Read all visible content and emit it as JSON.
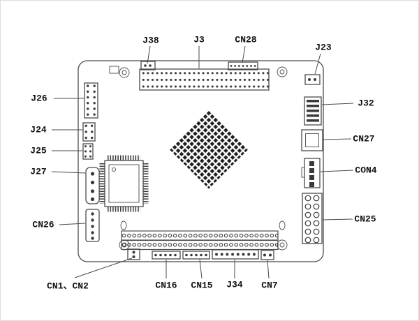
{
  "figure": {
    "kind": "pcb-connector-location-diagram",
    "background_color": "#ffffff",
    "line_color": "#4a4a4a",
    "text_color": "#111111"
  },
  "labels": {
    "j38": "J38",
    "j3": "J3",
    "cn28": "CN28",
    "j23": "J23",
    "j26": "J26",
    "j24": "J24",
    "j25": "J25",
    "j27": "J27",
    "cn26": "CN26",
    "cn1_cn2": "CN1、CN2",
    "cn16": "CN16",
    "cn15": "CN15",
    "j34": "J34",
    "cn7": "CN7",
    "j32": "J32",
    "cn27": "CN27",
    "con4": "CON4",
    "cn25": "CN25"
  }
}
